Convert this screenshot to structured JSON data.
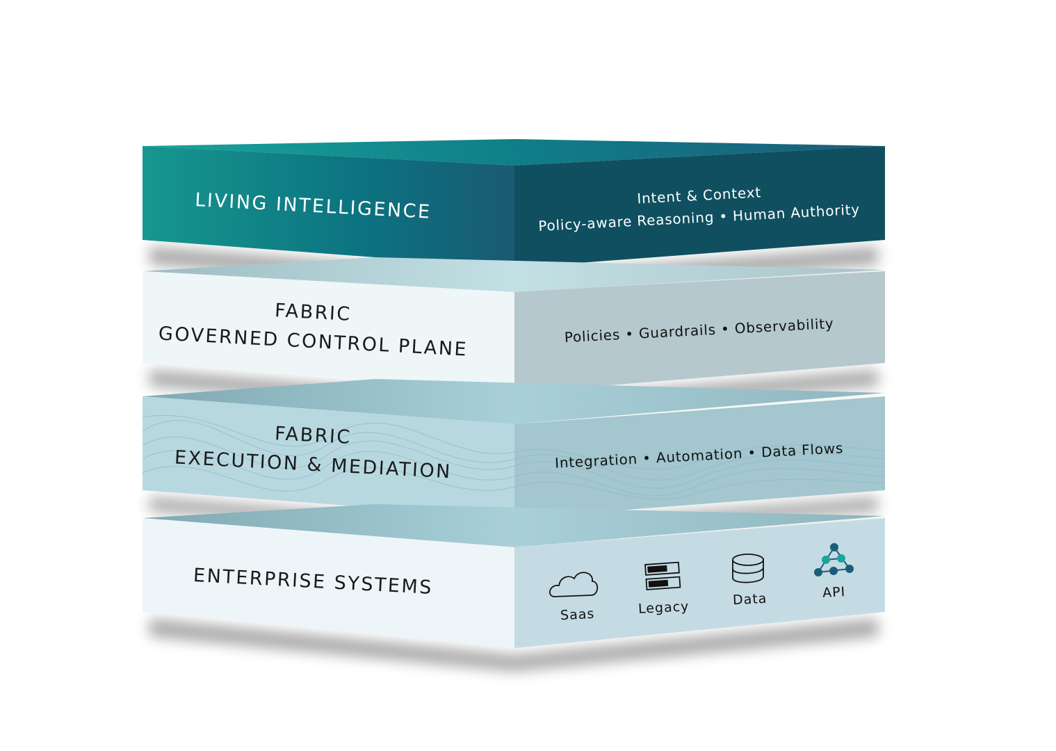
{
  "layers": [
    {
      "title_lines": [
        "LIVING INTELLIGENCE"
      ],
      "detail_lines": [
        "Intent & Context",
        "Policy-aware Reasoning • Human Authority"
      ]
    },
    {
      "title_lines": [
        "FABRIC",
        "GOVERNED CONTROL PLANE"
      ],
      "detail_lines": [
        "Policies • Guardrails • Observability"
      ]
    },
    {
      "title_lines": [
        "FABRIC",
        "EXECUTION & MEDIATION"
      ],
      "detail_lines": [
        "Integration • Automation • Data Flows"
      ]
    },
    {
      "title_lines": [
        "ENTERPRISE SYSTEMS"
      ],
      "icons": [
        {
          "icon": "cloud-icon",
          "label": "Saas"
        },
        {
          "icon": "server-icon",
          "label": "Legacy"
        },
        {
          "icon": "database-icon",
          "label": "Data"
        },
        {
          "icon": "network-icon",
          "label": "API"
        }
      ]
    }
  ],
  "colors": {
    "teal_light": "#16a09a",
    "teal_dark": "#0e4f60",
    "accent_node": "#1aa59c",
    "node_dark": "#1b5e78"
  }
}
